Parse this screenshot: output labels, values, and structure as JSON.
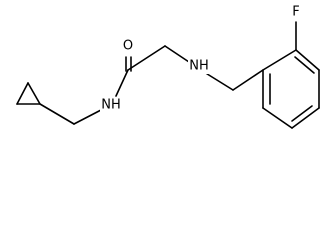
{
  "molecule": {
    "atoms": {
      "oxygen": "O",
      "amide_nitrogen": "NH",
      "amine_nitrogen": "NH",
      "fluorine": "F"
    }
  }
}
